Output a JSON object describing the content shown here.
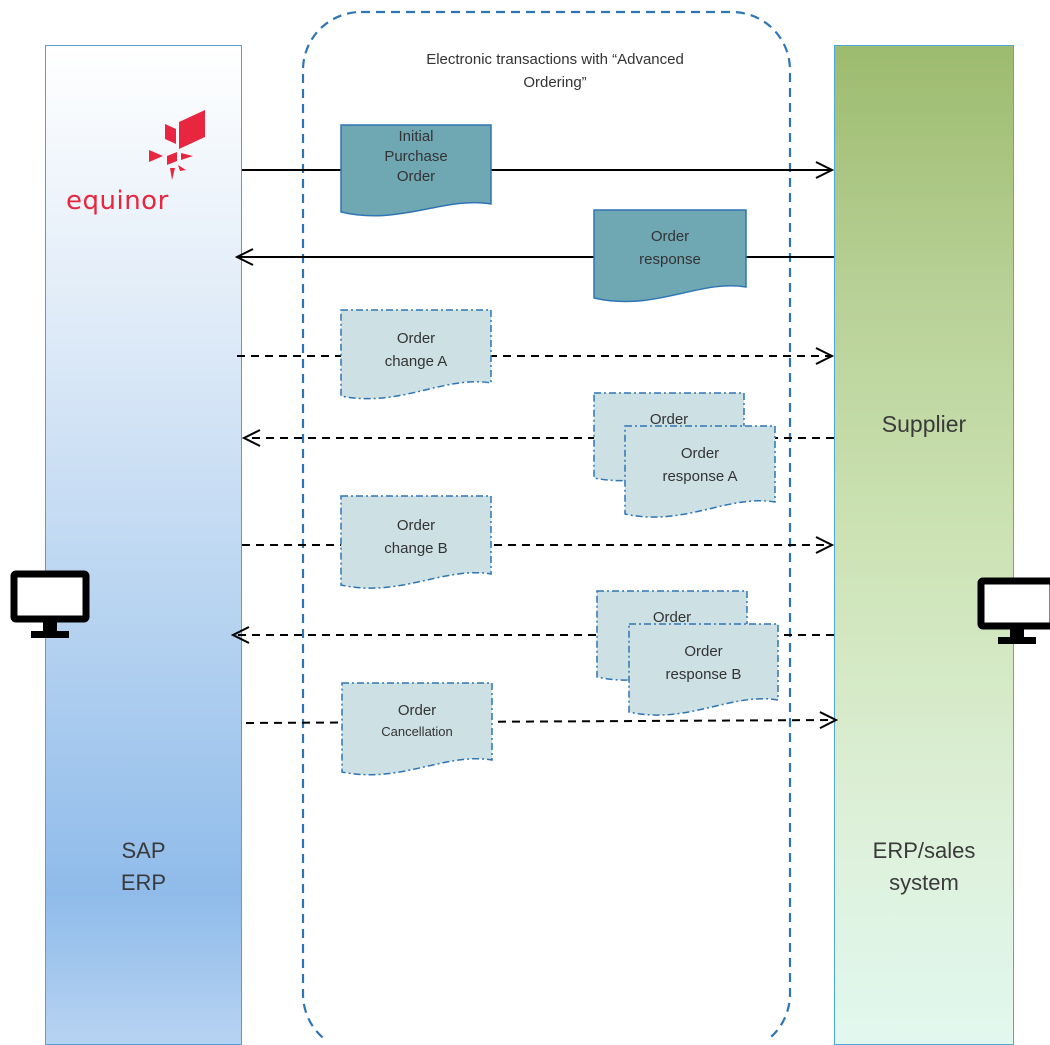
{
  "title": "Electronic transactions with “Advanced\nOrdering”",
  "left_system": {
    "brand": "equinor",
    "label": "SAP\nERP"
  },
  "right_system": {
    "name": "Supplier",
    "label": "ERP/sales\nsystem"
  },
  "documents": [
    {
      "id": "initial-po",
      "text": "Initial\nPurchase\nOrder"
    },
    {
      "id": "order-response",
      "text": "Order\nresponse"
    },
    {
      "id": "order-change-a",
      "text": "Order\nchange A"
    },
    {
      "id": "order-response-a-back",
      "text": "Order"
    },
    {
      "id": "order-response-a",
      "text": "Order\nresponse A"
    },
    {
      "id": "order-change-b",
      "text": "Order\nchange B"
    },
    {
      "id": "order-response-b-back",
      "text": "Order"
    },
    {
      "id": "order-response-b",
      "text": "Order\nresponse B"
    },
    {
      "id": "order-cancellation",
      "text": [
        "Order",
        "Cancellation"
      ]
    }
  ],
  "icons": [
    "equinor-logo-icon",
    "monitor-icon"
  ],
  "colors": {
    "solid_doc_fill": "#6fa7b3",
    "dashed_doc_fill": "#cde0e3",
    "brand_red": "#e8263f",
    "boundary_blue": "#2e75b6"
  }
}
